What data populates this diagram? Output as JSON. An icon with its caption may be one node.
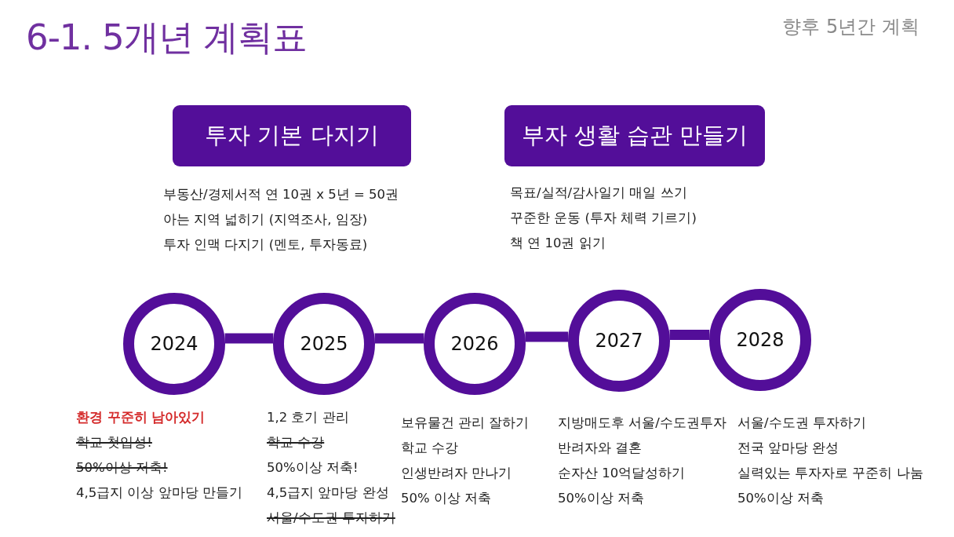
{
  "diagram": {
    "title": "6-1. 5개년 계획표",
    "nodes": [
      {
        "text": [
          "투자 기본 다지기"
        ],
        "beside": [
          "부동산/경제서적 연 10권 x 5년 = 50권",
          "아는 지역 넓히기 (지역조사, 임장)",
          "투자 인맥 다지기 (멘토, 투자동료)"
        ]
      },
      {
        "text": [
          "부자 생활 습관 만들기"
        ],
        "beside": [
          "목표/실적/감사일기 매일 쓰기",
          "꾸준한 운동 (투자 체력 기르기)",
          "책 연 10권 읽기"
        ]
      },
      {
        "text": [
          "2024"
        ],
        "beside": [
          "환경 꾸준히 남아있기",
          "학교 첫입성!",
          "50%이상 저축!",
          "4,5급지 이상 앞마당 만들기"
        ]
      },
      {
        "text": [
          "2025"
        ],
        "beside": [
          "1,2 호기 관리",
          "학교 수강",
          "50%이상 저축!",
          "4,5급지 앞마당 완성",
          "서울/수도권 투자하기"
        ]
      },
      {
        "text": [
          "2026"
        ],
        "beside": [
          "보유물건 관리 잘하기",
          "학교 수강",
          "인생반려자 만나기",
          "50% 이상 저축"
        ]
      },
      {
        "text": [
          "2027"
        ],
        "beside": [
          "지방매도후 서울/수도권투자",
          "반려자와 결혼",
          "순자산 10억달성하기",
          "50%이상 저축"
        ]
      },
      {
        "text": [
          "2028"
        ],
        "beside": [
          "서울/수도권 투자하기",
          "전국 앞마당 완성",
          "실력있는 투자자로 꾸준히 나눔",
          "50%이상 저축"
        ]
      }
    ],
    "edges": [
      {
        "from": 2,
        "to": 3,
        "arrow": "none"
      },
      {
        "from": 3,
        "to": 4,
        "arrow": "none"
      },
      {
        "from": 4,
        "to": 5,
        "arrow": "none"
      },
      {
        "from": 5,
        "to": 6,
        "arrow": "none"
      }
    ],
    "labels": [
      "향후 5년간 계획"
    ]
  }
}
